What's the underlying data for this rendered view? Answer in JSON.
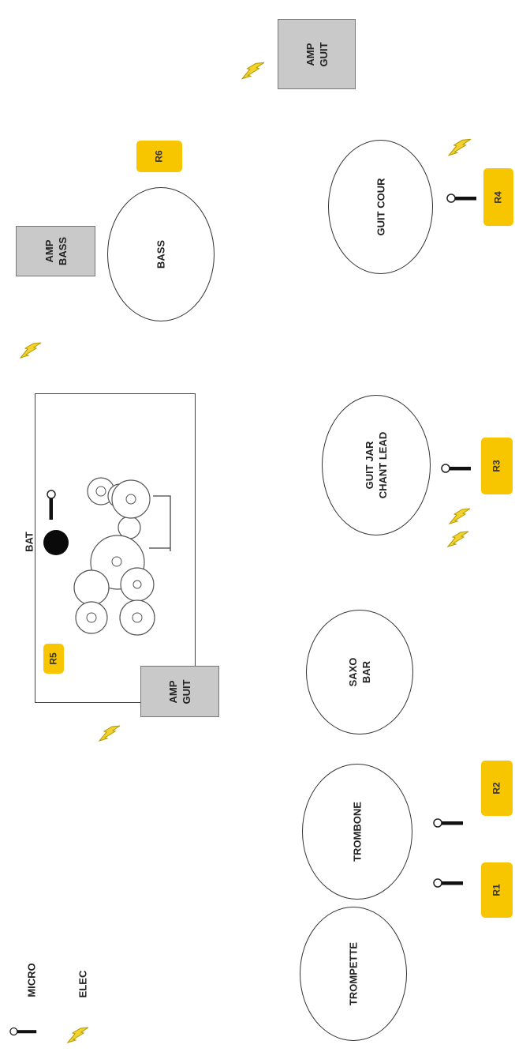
{
  "legend": {
    "micro": "MICRO",
    "elec": "ELEC"
  },
  "drums": {
    "label": "BAT",
    "monitor": "R5"
  },
  "instruments": {
    "trompette": "TROMPETTE",
    "trombone": "TROMBONE",
    "saxo": [
      "SAXO",
      "BAR"
    ],
    "guitar_jar": [
      "GUIT  JAR",
      "CHANT LEAD"
    ],
    "guitar_cour": "GUIT  COUR",
    "bass": "BASS"
  },
  "amps": {
    "guit_stage_left": [
      "AMP",
      "GUIT"
    ],
    "bass": [
      "AMP",
      "BASS"
    ],
    "guit_stage_right": [
      "AMP",
      "GUIT"
    ]
  },
  "monitors": {
    "r1": "R1",
    "r2": "R2",
    "r3": "R3",
    "r4": "R4",
    "r6": "R6"
  },
  "colors": {
    "monitor": "#f7c600",
    "amp": "#c9c9c9",
    "outline": "#333333",
    "power": "#f2d22c"
  }
}
